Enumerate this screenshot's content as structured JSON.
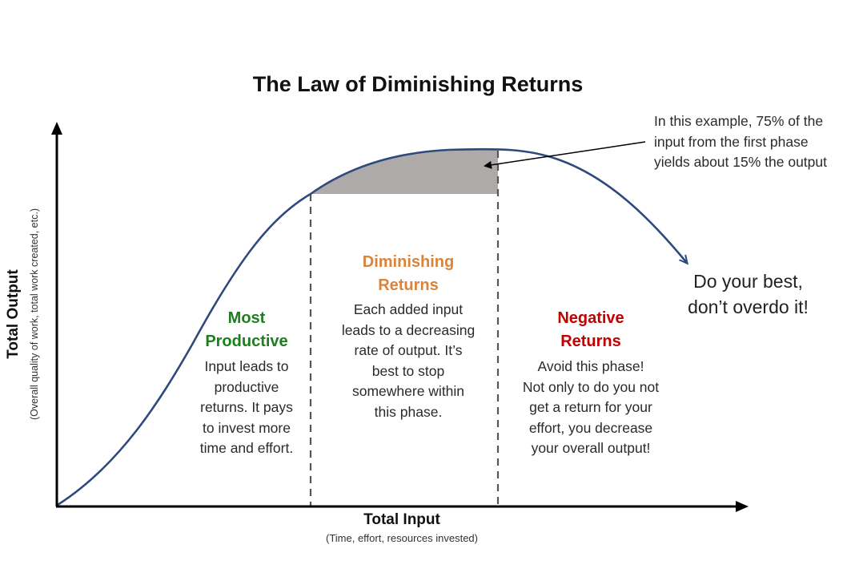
{
  "title": "The Law of Diminishing Returns",
  "axes": {
    "x_label": "Total Input",
    "x_sub": "(Time, effort, resources invested)",
    "y_label": "Total Output",
    "y_sub": "(Overall quality of work, total work created, etc.)"
  },
  "phases": [
    {
      "title_lines": [
        "Most",
        "Productive"
      ],
      "body_lines": [
        "Input leads to",
        "productive",
        "returns. It pays",
        "to invest more",
        "time and effort."
      ]
    },
    {
      "title_lines": [
        "Diminishing",
        "Returns"
      ],
      "body_lines": [
        "Each added input",
        "leads to a decreasing",
        "rate of output. It’s",
        "best to stop",
        "somewhere within",
        "this phase."
      ]
    },
    {
      "title_lines": [
        "Negative",
        "Returns"
      ],
      "body_lines": [
        "Avoid this phase!",
        "Not only to do you not",
        "get a return for your",
        "effort, you decrease",
        "your overall output!"
      ]
    }
  ],
  "callout_lines": [
    "In this example, 75% of the",
    "input from the first phase",
    "yields about 15% the output"
  ],
  "advice_lines": [
    "Do your best,",
    "don’t overdo it!"
  ],
  "colors": {
    "curve": "#2e4a7d",
    "shaded_area": "#aeaaaa",
    "phase_most_productive": "#1e7d1e",
    "phase_diminishing": "#d9843b",
    "phase_negative": "#c00000",
    "axis": "#000000",
    "divider": "#555555"
  }
}
